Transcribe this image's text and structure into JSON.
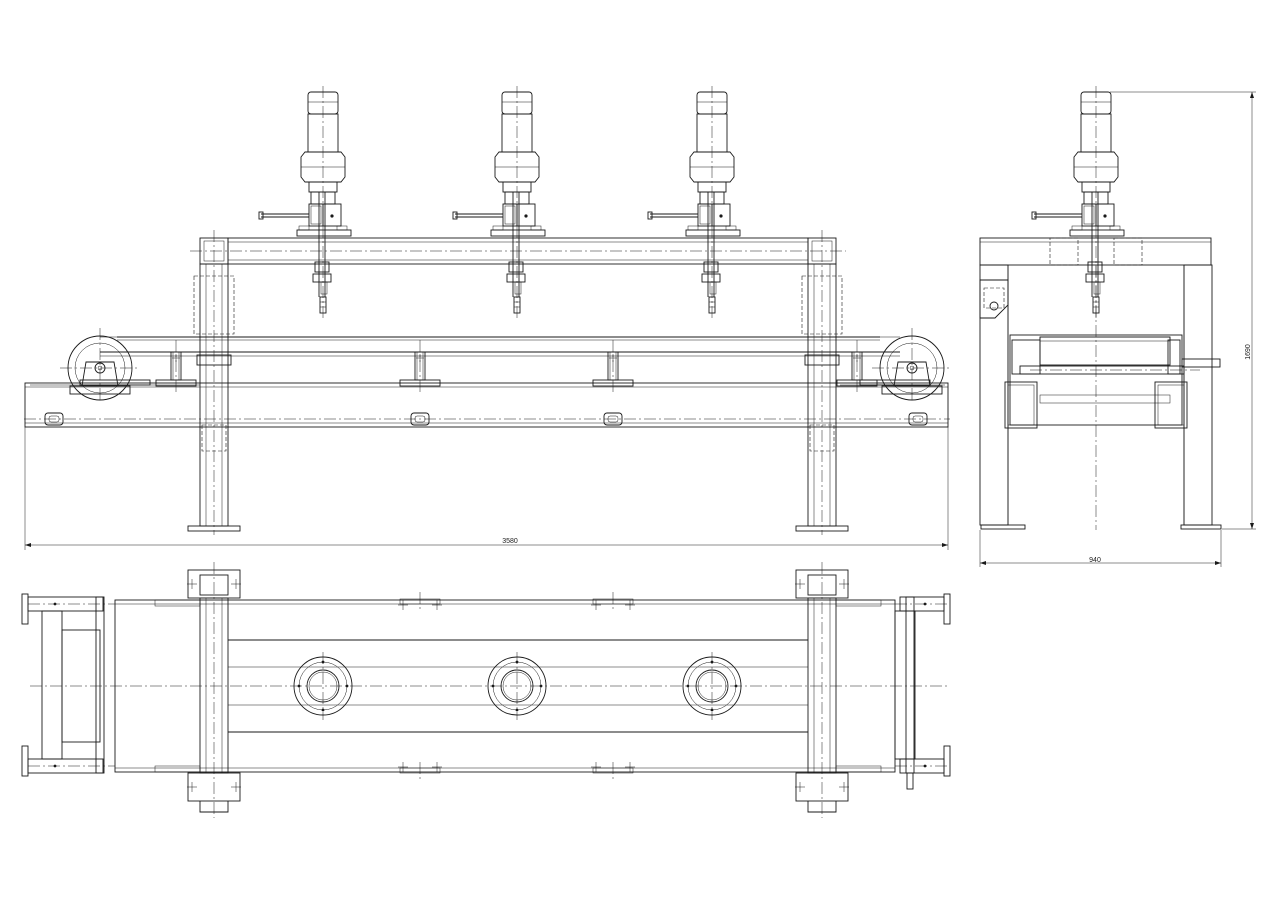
{
  "dimensions": {
    "overall_length": "3580",
    "side_width": "940",
    "overall_height": "1690"
  },
  "views": {
    "front": "front-elevation-view",
    "side": "side-elevation-view",
    "top": "top-plan-view"
  },
  "colors": {
    "line": "#1a1a1a",
    "background": "#ffffff"
  }
}
